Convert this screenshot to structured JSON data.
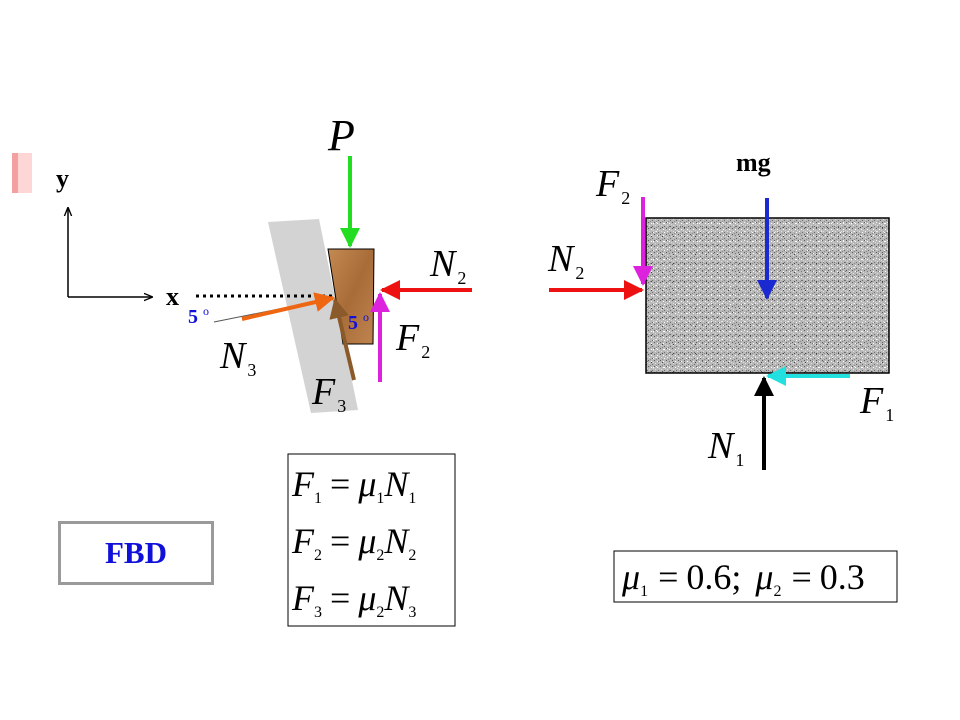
{
  "labels": {
    "y_axis": "y",
    "x_axis": "x",
    "P": "P",
    "angle_left": "5",
    "angle_left_deg": "o",
    "angle_right": "5",
    "angle_right_deg": "o",
    "N2_wedge": {
      "sym": "N",
      "sub": "2"
    },
    "F2_wedge": {
      "sym": "F",
      "sub": "2"
    },
    "N3": {
      "sym": "N",
      "sub": "3"
    },
    "F3": {
      "sym": "F",
      "sub": "3"
    },
    "mg": "mg",
    "F2_block": {
      "sym": "F",
      "sub": "2"
    },
    "N2_block": {
      "sym": "N",
      "sub": "2"
    },
    "F1": {
      "sym": "F",
      "sub": "1"
    },
    "N1": {
      "sym": "N",
      "sub": "1"
    },
    "fbd": "FBD"
  },
  "equations": [
    {
      "lhs_sym": "F",
      "lhs_sub": "1",
      "eq": "=",
      "mu": "μ",
      "mu_sub": "1",
      "rhs_sym": "N",
      "rhs_sub": "1"
    },
    {
      "lhs_sym": "F",
      "lhs_sub": "2",
      "eq": "=",
      "mu": "μ",
      "mu_sub": "2",
      "rhs_sym": "N",
      "rhs_sub": "2"
    },
    {
      "lhs_sym": "F",
      "lhs_sub": "3",
      "eq": "=",
      "mu": "μ",
      "mu_sub": "2",
      "rhs_sym": "N",
      "rhs_sub": "3"
    }
  ],
  "coefficients": {
    "mu1_sym": "μ",
    "mu1_sub": "1",
    "eq1": "=",
    "mu1_val": "0.6;",
    "mu2_sym": "μ",
    "mu2_sub": "2",
    "eq2": "=",
    "mu2_val": "0.3"
  },
  "colors": {
    "P": "#22dd22",
    "N2": "#ee1111",
    "F2": "#dd22dd",
    "N3": "#ee6611",
    "F3": "#8b5a2b",
    "mg": "#1a2ad0",
    "F1": "#22e0e0",
    "N1": "#000000",
    "angle_text": "#1010d8",
    "wall": "#d3d3d3",
    "wedge": "#b57a45",
    "block_border": "#000000"
  }
}
